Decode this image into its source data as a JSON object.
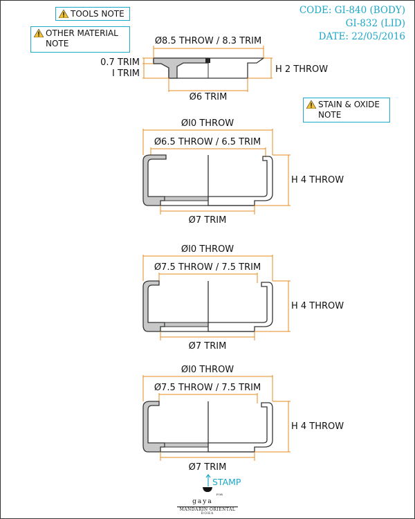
{
  "notes": {
    "tools": "TOOLS NOTE",
    "other_material": "OTHER MATERIAL\nNOTE",
    "stain_oxide": "STAIN & OXIDE\nNOTE"
  },
  "header": {
    "code_body": "CODE: GI-840 (BODY)",
    "code_lid": "GI-832 (LID)",
    "date": "DATE: 22/05/2016"
  },
  "lid": {
    "top_dim": "Ø8.5 THROW / 8.3 TRIM",
    "thickness_trim": "0.7 TRIM",
    "step_trim": "I TRIM",
    "height": "H 2 THROW",
    "bottom_dim": "Ø6 TRIM"
  },
  "bodies": [
    {
      "outer": "ØI0 THROW",
      "inner": "Ø6.5 THROW / 6.5 TRIM",
      "height": "H 4 THROW",
      "foot": "Ø7 TRIM"
    },
    {
      "outer": "ØI0 THROW",
      "inner": "Ø7.5 THROW / 7.5 TRIM",
      "height": "H 4 THROW",
      "foot": "Ø7 TRIM"
    },
    {
      "outer": "ØI0 THROW",
      "inner": "Ø7.5 THROW / 7.5 TRIM",
      "height": "H 4 THROW",
      "foot": "Ø7 TRIM"
    }
  ],
  "stamp": {
    "label": "STAMP",
    "logo_brand": "gaya",
    "logo_for": "FOR",
    "logo_hotel": "MANDARIN ORIENTAL",
    "logo_city": "DOHA"
  },
  "colors": {
    "accent": "#1aa7c8",
    "dimension_line": "#e58a1f",
    "section_fill": "#c8c8c8",
    "warning": "#f2c230"
  }
}
